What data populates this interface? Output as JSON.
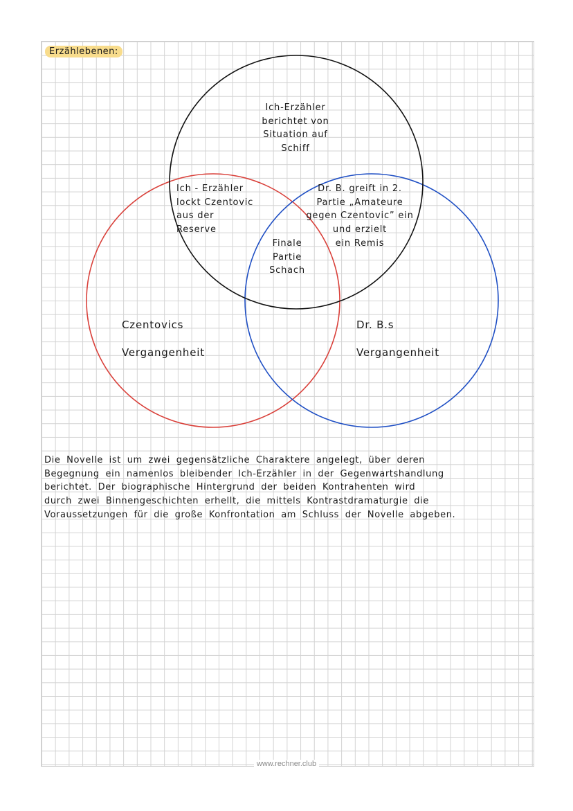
{
  "title": "Erzählebenen:",
  "colors": {
    "highlight": "#f8dc8c",
    "circle_top": "#111111",
    "circle_left": "#d9403a",
    "circle_right": "#1f4fc4"
  },
  "venn": {
    "circles": [
      "top",
      "left",
      "right"
    ],
    "regions": {
      "top_only": "Ich-Erzähler\nberichtet von\nSituation auf\nSchiff",
      "top_left": "Ich - Erzähler\nlockt Czentovic\naus der\nReserve",
      "top_right": "Dr. B. greift in 2.\nPartie „Amateure\ngegen Czentovic” ein\nund erzielt\nein Remis",
      "center": "Finale\nPartie\nSchach",
      "left_only": "Czentovics\nVergangenheit",
      "right_only": "Dr. B.s\nVergangenheit"
    }
  },
  "paragraph": [
    "Die Novelle ist um zwei gegensätzliche Charaktere angelegt, über deren",
    "Begegnung ein namenlos bleibender Ich-Erzähler in der Gegenwartshandlung",
    "berichtet. Der biographische Hintergrund der beiden Kontrahenten wird",
    "durch zwei Binnengeschichten erhellt, die mittels Kontrastdramaturgie die",
    "Voraussetzungen für die große Konfrontation am Schluss der Novelle abgeben."
  ],
  "footer": "www.rechner.club"
}
